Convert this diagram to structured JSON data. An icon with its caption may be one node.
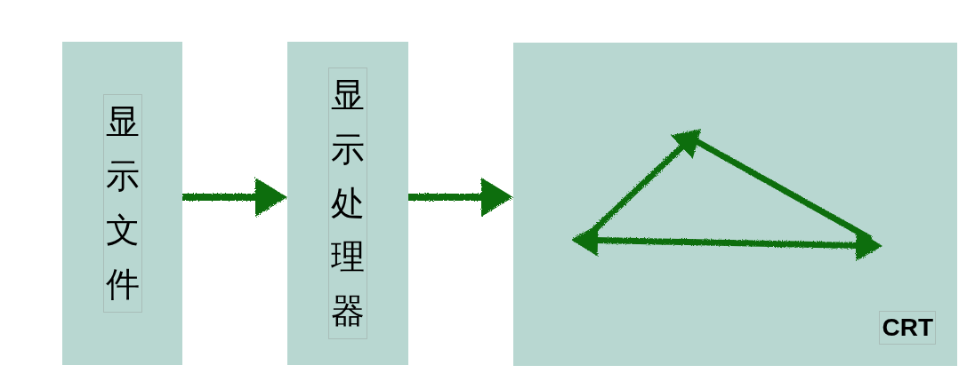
{
  "diagram": {
    "nodes": [
      {
        "text": [
          "显示文件"
        ]
      },
      {
        "text": [
          "显示处理器"
        ]
      },
      {
        "text": [
          "CRT"
        ]
      }
    ],
    "edges": [
      {
        "from": 0,
        "to": 1,
        "arrow": "to"
      },
      {
        "from": 1,
        "to": 2,
        "arrow": "to"
      }
    ]
  }
}
